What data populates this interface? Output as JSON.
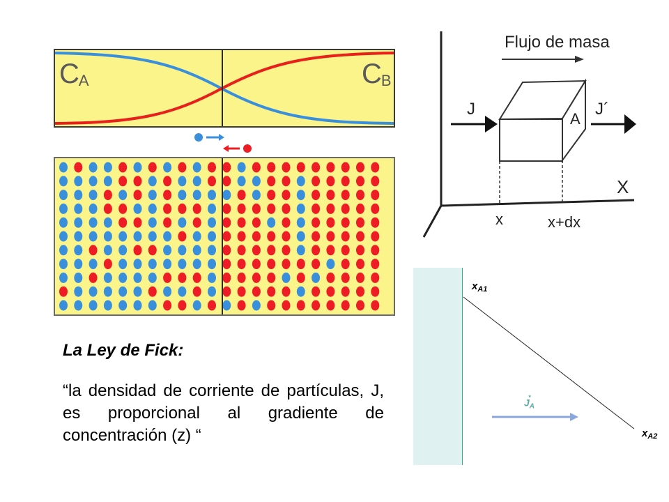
{
  "concentration_panel": {
    "label_left": "C",
    "label_left_sub": "A",
    "label_right": "C",
    "label_right_sub": "B"
  },
  "mass_flow_diagram": {
    "title": "Flujo de masa",
    "flux_in": "J",
    "flux_out": "J´",
    "area": "A",
    "axis": "X",
    "tick_x": "x",
    "tick_xdx": "x+dx"
  },
  "profile_diagram": {
    "x_top": "x",
    "x_top_sub": "A1",
    "x_bottom": "x",
    "x_bottom_sub": "A2",
    "flux": "J",
    "flux_sub": "A",
    "flux_sup": "*"
  },
  "text": {
    "title": "La Ley de Fick:",
    "quote": "“la densidad de corriente de partículas, J, es proporcional al gradiente de concentración (z) “"
  },
  "colors": {
    "panel_yellow": "#fbf48a",
    "particle_blue": "#3a8fdc",
    "particle_red": "#ee1c24",
    "wall_fill": "#dff1f0",
    "wall_edge": "#2bb37c",
    "arrow_blue": "#8aa8dc"
  }
}
